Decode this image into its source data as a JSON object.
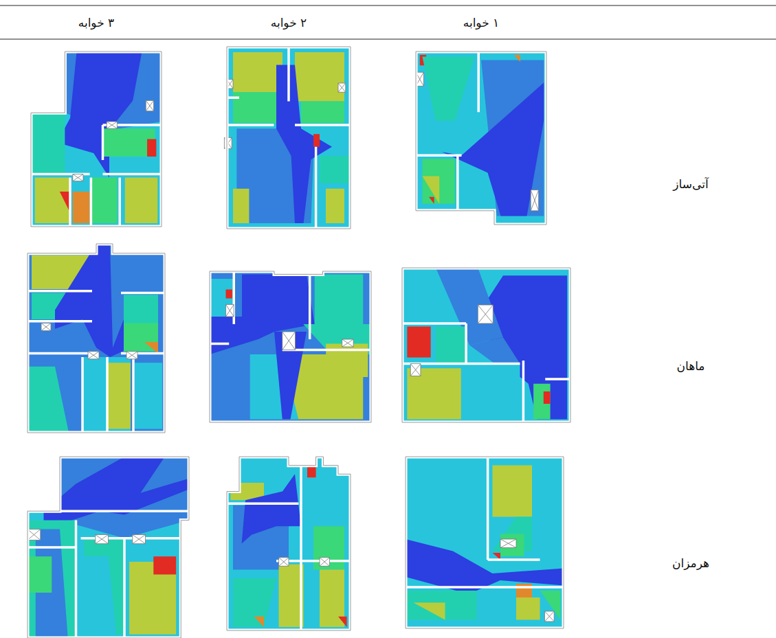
{
  "diagram": {
    "labels": [
      "۳ خوابه",
      "۲ خوابه",
      "۱ خوابه",
      "آتی‌ساز",
      "ماهان",
      "هرمزان"
    ]
  }
}
